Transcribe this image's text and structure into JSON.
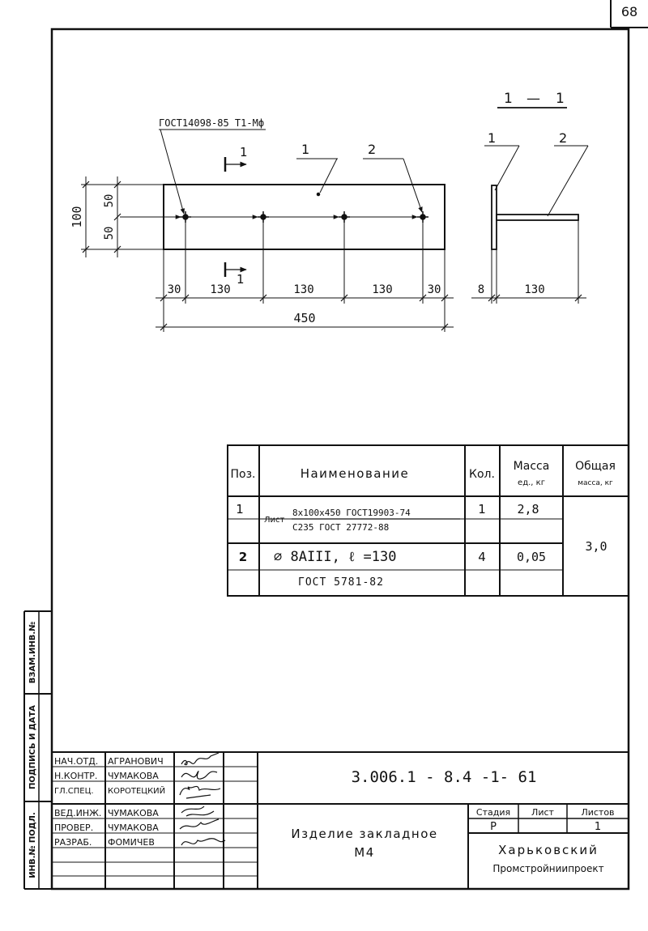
{
  "sheet": {
    "page_number": "68"
  },
  "drawing": {
    "gost_note": "ГОСТ14098-85 Т1-Мф",
    "section_mark": "1",
    "section_title_left": "1",
    "section_title_dash": "—",
    "section_title_right": "1",
    "pos_1": "1",
    "pos_2": "2",
    "dims": {
      "d100": "100",
      "d50a": "50",
      "d50b": "50",
      "d30a": "30",
      "d130a": "130",
      "d130b": "130",
      "d130c": "130",
      "d30b": "30",
      "d450": "450",
      "d8": "8",
      "d130s": "130"
    }
  },
  "spec_table": {
    "headers": {
      "pos": "Поз.",
      "name": "Наименование",
      "qty": "Кол.",
      "mass_unit_1": "Масса",
      "mass_unit_2": "ед., кг",
      "mass_total_1": "Общая",
      "mass_total_2": "масса, кг"
    },
    "row1": {
      "pos": "1",
      "prefix": "Лист",
      "numerator": "8x100x450 ГОСТ19903-74",
      "denominator": "С235 ГОСТ 27772-88",
      "qty": "1",
      "mass": "2,8"
    },
    "row2": {
      "pos": "2",
      "name": "⌀ 8АIII,   ℓ =130",
      "name2": "ГОСТ 5781-82",
      "qty": "4",
      "mass": "0,05"
    },
    "total_mass": "3,0"
  },
  "side_stamps": {
    "vzam": "ВЗАМ.ИНВ.№",
    "podpis": "ПОДПИСЬ И ДАТА",
    "inv": "ИНВ.№ ПОДЛ."
  },
  "title_block": {
    "roles": [
      {
        "role": "НАЧ.ОТД.",
        "name": "АГРАНОВИЧ"
      },
      {
        "role": "Н.КОНТР.",
        "name": "ЧУМАКОВА"
      },
      {
        "role": "ГЛ.СПЕЦ.",
        "name": "КОРОТЕЦКИЙ"
      },
      {
        "role": "ВЕД.ИНЖ.",
        "name": "ЧУМАКОВА"
      },
      {
        "role": "ПРОВЕР.",
        "name": "ЧУМАКОВА"
      },
      {
        "role": "РАЗРАБ.",
        "name": "ФОМИЧЕВ"
      }
    ],
    "doc_code": "3.006.1 - 8.4 -1- 61",
    "item_name_1": "Изделие закладное",
    "item_name_2": "М4",
    "stage_label": "Стадия",
    "sheet_label": "Лист",
    "sheets_label": "Листов",
    "stage_value": "Р",
    "sheet_value": "",
    "sheets_value": "1",
    "org_1": "Харьковский",
    "org_2": "Промстройниипроект"
  }
}
